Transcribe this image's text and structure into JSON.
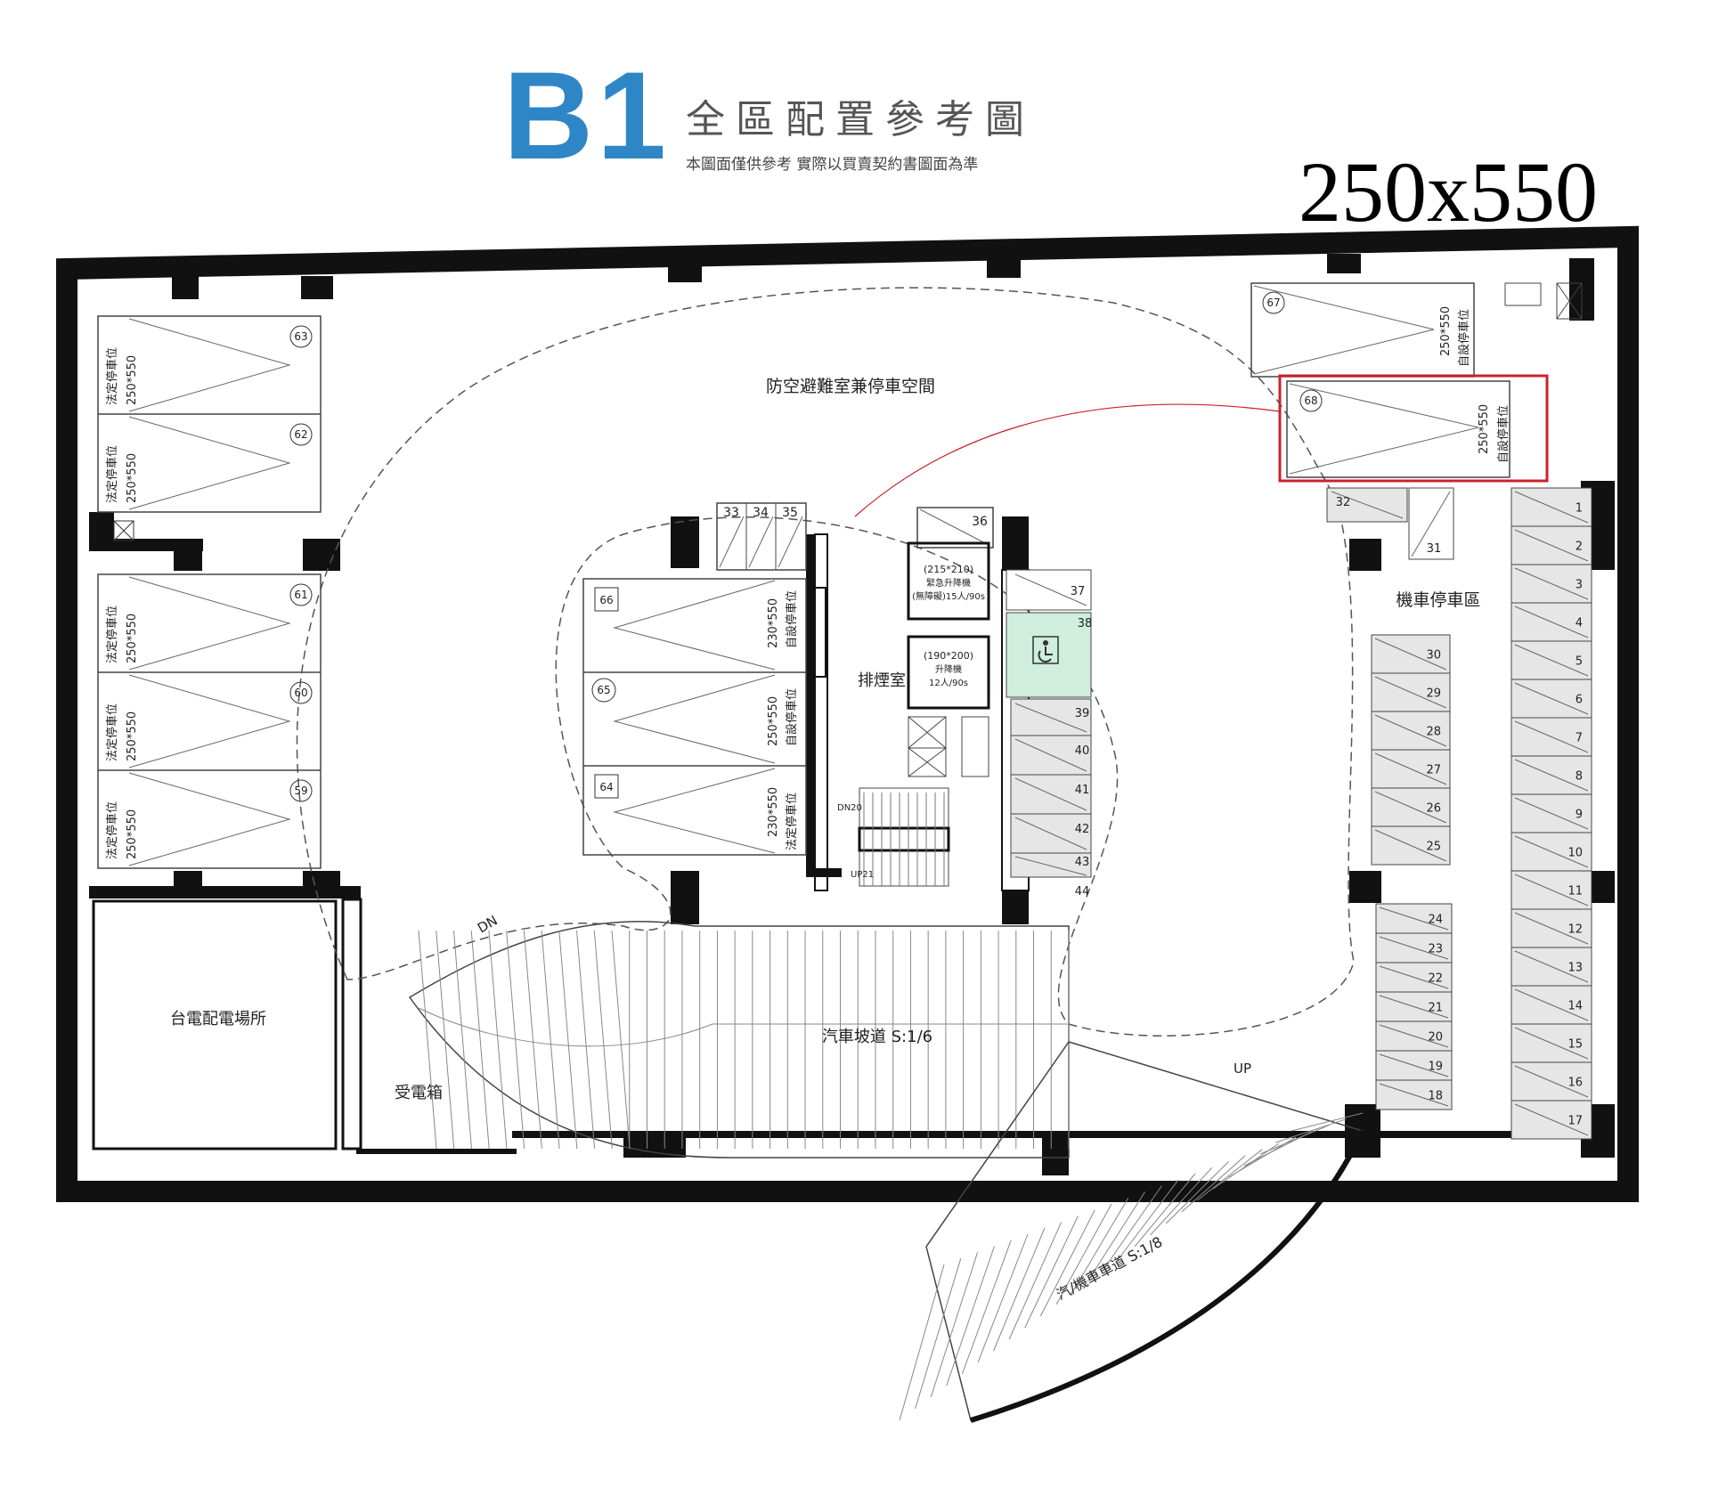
{
  "header": {
    "floor": "B1",
    "title": "全區配置參考圖",
    "subtitle": "本圖面僅供參考 實際以買賣契約書圖面為準",
    "size": "250x550"
  },
  "areas": {
    "shelter": "防空避難室兼停車空間",
    "scooter": "機車停車區",
    "smoke": "排煙室",
    "taipower": "台電配電場所",
    "power_box": "受電箱",
    "car_ramp": "汽車坡道 S:1/6",
    "moto_ramp": "汽/機車車道 S:1/8"
  },
  "labels": {
    "dn": "DN",
    "up": "UP",
    "dn20": "DN20",
    "up21": "UP21",
    "elev1_size": "(215*210)",
    "elev1_name": "緊急升降機",
    "elev1_spec": "(無障礙)15人/90s",
    "elev2_size": "(190*200)",
    "elev2_name": "升降機",
    "elev2_spec": "12人/90s",
    "legal_space": "法定停車位",
    "self_space": "自設停車位",
    "dim_250": "250*550",
    "dim_230": "230*550"
  },
  "left_spaces": [
    "63",
    "62",
    "61",
    "60",
    "59"
  ],
  "center_spaces": [
    "66",
    "65",
    "64"
  ],
  "top_right": [
    "67",
    "68"
  ],
  "top_small": [
    "33",
    "34",
    "35",
    "36"
  ],
  "column_spaces": [
    "37",
    "38",
    "39",
    "40",
    "41",
    "42",
    "43",
    "44"
  ],
  "misc_spaces": [
    "32",
    "31"
  ],
  "scooter_a": [
    "30",
    "29",
    "28",
    "27",
    "26",
    "25"
  ],
  "scooter_b": [
    "24",
    "23",
    "22",
    "21",
    "20",
    "19",
    "18"
  ],
  "scooter_c": [
    "1",
    "2",
    "3",
    "4",
    "5",
    "6",
    "7",
    "8",
    "9",
    "10",
    "11",
    "12",
    "13",
    "14",
    "15",
    "16",
    "17"
  ],
  "colors": {
    "highlight": "#c8232c",
    "accessible": "#cfeedd",
    "brand": "#2f86c6",
    "wall": "#111111"
  }
}
